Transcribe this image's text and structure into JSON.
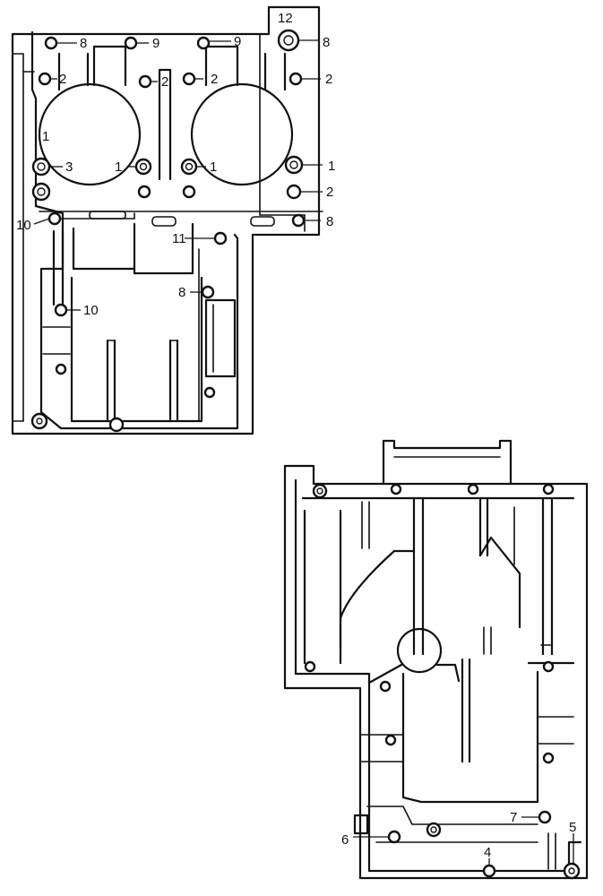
{
  "callouts": [
    {
      "id": "c8a",
      "text": "8"
    },
    {
      "id": "c9a",
      "text": "9"
    },
    {
      "id": "c9b",
      "text": "9"
    },
    {
      "id": "c12",
      "text": "12"
    },
    {
      "id": "c8b",
      "text": "8"
    },
    {
      "id": "c2a",
      "text": "2"
    },
    {
      "id": "c2b",
      "text": "2"
    },
    {
      "id": "c2c",
      "text": "2"
    },
    {
      "id": "c2d",
      "text": "2"
    },
    {
      "id": "c1a",
      "text": "1"
    },
    {
      "id": "c3",
      "text": "3"
    },
    {
      "id": "c1b",
      "text": "1"
    },
    {
      "id": "c1c",
      "text": "1"
    },
    {
      "id": "c1d",
      "text": "1"
    },
    {
      "id": "c2e",
      "text": "2"
    },
    {
      "id": "c10a",
      "text": "10"
    },
    {
      "id": "c8c",
      "text": "8"
    },
    {
      "id": "c11",
      "text": "11"
    },
    {
      "id": "c8d",
      "text": "8"
    },
    {
      "id": "c10b",
      "text": "10"
    },
    {
      "id": "c7",
      "text": "7"
    },
    {
      "id": "c5",
      "text": "5"
    },
    {
      "id": "c6",
      "text": "6"
    },
    {
      "id": "c4",
      "text": "4"
    }
  ]
}
